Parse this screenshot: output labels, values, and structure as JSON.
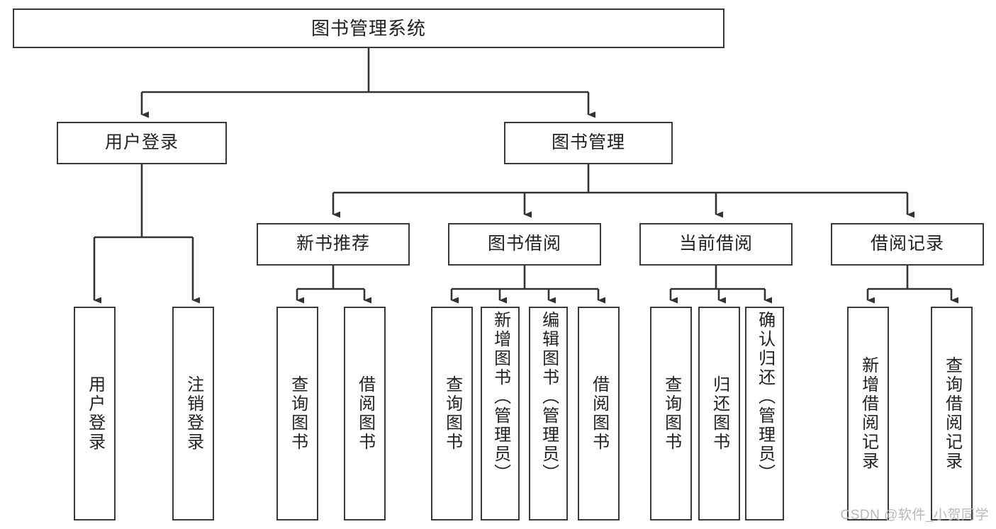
{
  "diagram": {
    "type": "tree-hierarchy",
    "title": "图书管理系统",
    "watermark": "CSDN @软件_小贺同学",
    "colors": {
      "box_border": "#3a3a3a",
      "box_fill": "#ffffff",
      "edge": "#333333",
      "text": "#222222",
      "watermark": "#b9b9b9"
    },
    "nodes": {
      "root": {
        "label": "图书管理系统"
      },
      "level2": [
        {
          "id": "user-login",
          "label": "用户登录"
        },
        {
          "id": "book-manage",
          "label": "图书管理"
        }
      ],
      "level3": [
        {
          "id": "new-book-recommend",
          "label": "新书推荐"
        },
        {
          "id": "book-borrow",
          "label": "图书借阅"
        },
        {
          "id": "current-borrow",
          "label": "当前借阅"
        },
        {
          "id": "borrow-record",
          "label": "借阅记录"
        }
      ],
      "leaves": {
        "user_login": [
          {
            "id": "leaf-user-login",
            "label": "用户登录"
          },
          {
            "id": "leaf-logout-login",
            "label": "注销登录"
          }
        ],
        "new_book_recommend": [
          {
            "id": "leaf-query-book-1",
            "label": "查询图书"
          },
          {
            "id": "leaf-borrow-book-1",
            "label": "借阅图书"
          }
        ],
        "book_borrow": [
          {
            "id": "leaf-query-book-2",
            "label": "查询图书"
          },
          {
            "id": "leaf-add-book",
            "label": "新增图书（管理员）"
          },
          {
            "id": "leaf-edit-book",
            "label": "编辑图书（管理员）"
          },
          {
            "id": "leaf-borrow-book-2",
            "label": "借阅图书"
          }
        ],
        "current_borrow": [
          {
            "id": "leaf-query-book-3",
            "label": "查询图书"
          },
          {
            "id": "leaf-return-book",
            "label": "归还图书"
          },
          {
            "id": "leaf-confirm-return",
            "label": "确认归还（管理员）"
          }
        ],
        "borrow_record": [
          {
            "id": "leaf-add-record",
            "label": "新增借阅记录"
          },
          {
            "id": "leaf-query-record",
            "label": "查询借阅记录"
          }
        ]
      }
    }
  }
}
